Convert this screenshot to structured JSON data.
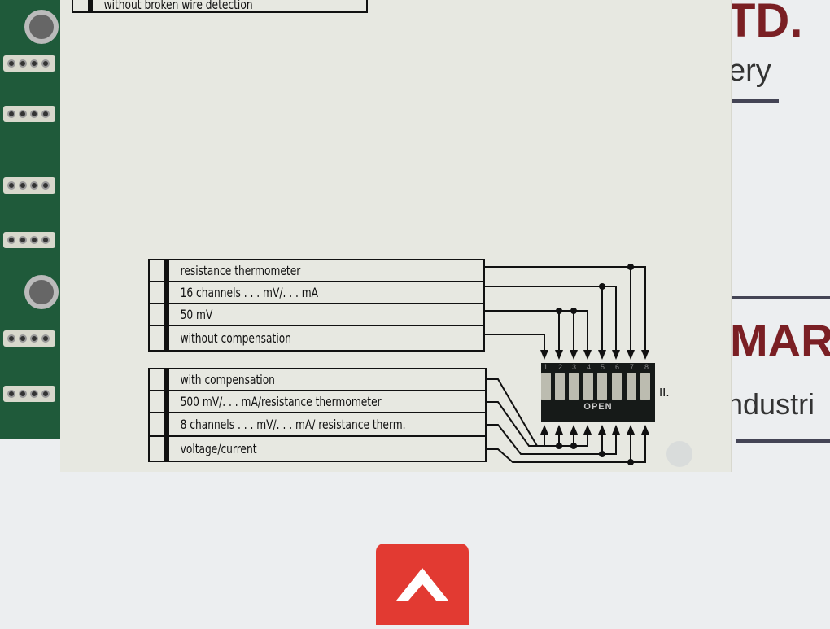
{
  "top_label": "without broken wire detection",
  "group1": [
    "resistance thermometer",
    "16 channels . . . mV/. . . mA",
    "50 mV",
    "without compensation"
  ],
  "group2": [
    "with compensation",
    "500 mV/. . . mA/resistance thermometer",
    "8 channels . . . mV/. . . mA/ resistance therm.",
    "voltage/current"
  ],
  "dip": {
    "numbers": [
      "1",
      "2",
      "3",
      "4",
      "5",
      "6",
      "7",
      "8"
    ],
    "open_label": "OPEN",
    "side_label": "II."
  },
  "background_sign": {
    "line1": "TD.",
    "line2": "ery",
    "line3": "MAR",
    "line4": "ndustri"
  },
  "colors": {
    "panel": "#e7e8e1",
    "pcb": "#1f5a3a",
    "brand_red": "#7a1f24",
    "logo_red": "#e23a32"
  }
}
